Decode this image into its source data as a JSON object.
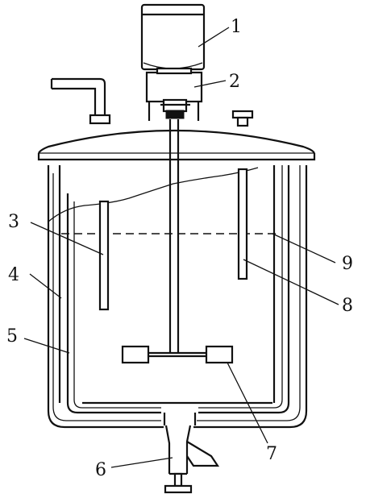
{
  "diagram": {
    "labels": [
      {
        "id": "motor",
        "text": "1"
      },
      {
        "id": "reducer",
        "text": "2"
      },
      {
        "id": "baffle-left",
        "text": "3"
      },
      {
        "id": "jacket-outer",
        "text": "4"
      },
      {
        "id": "jacket-inner",
        "text": "5"
      },
      {
        "id": "outlet-valve",
        "text": "6"
      },
      {
        "id": "impeller",
        "text": "7"
      },
      {
        "id": "baffle-right",
        "text": "8"
      },
      {
        "id": "liquid-level",
        "text": "9"
      }
    ]
  }
}
